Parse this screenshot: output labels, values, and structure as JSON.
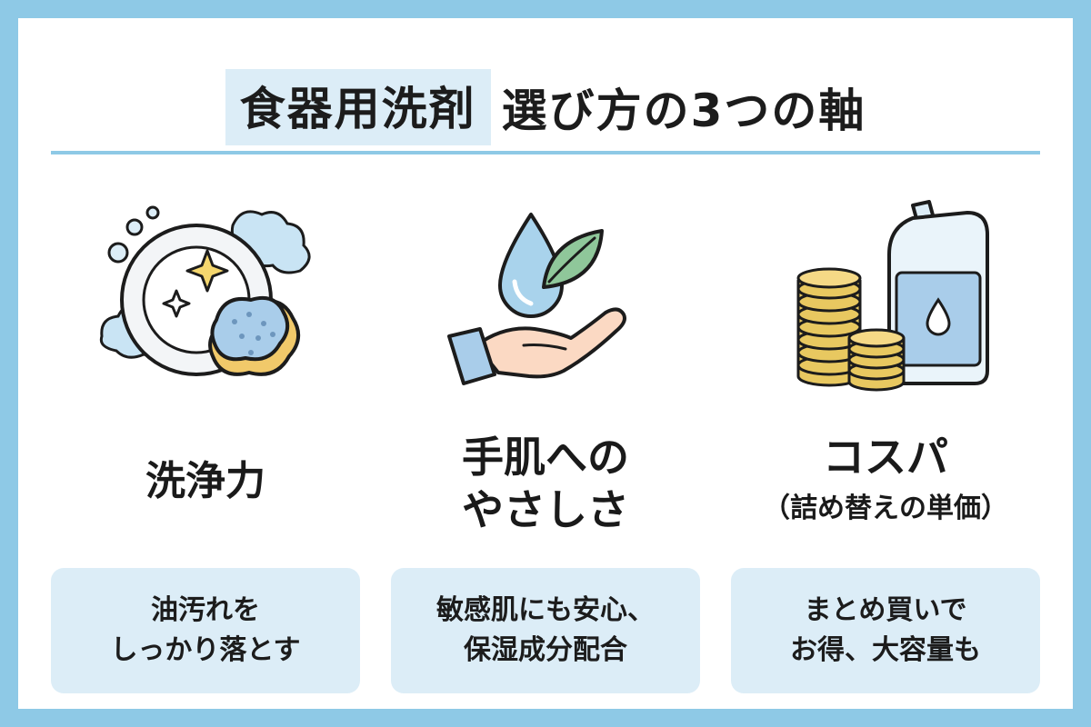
{
  "title": {
    "highlight": "食器用洗剤",
    "rest": "選び方の3つの軸"
  },
  "columns": [
    {
      "icon": "sparkling-dish-sponge-icon",
      "label_lines": [
        "洗浄力"
      ],
      "desc_lines": [
        "油汚れを",
        "しっかり落とす"
      ]
    },
    {
      "icon": "hand-water-drop-leaf-icon",
      "label_lines": [
        "手肌への",
        "やさしさ"
      ],
      "desc_lines": [
        "敏感肌にも安心、",
        "保湿成分配合"
      ]
    },
    {
      "icon": "refill-pouch-coins-icon",
      "label_lines": [
        "コスパ"
      ],
      "label_sub": "（詰め替えの単価）",
      "desc_lines": [
        "まとめ買いで",
        "お得、大容量も"
      ]
    }
  ],
  "colors": {
    "frame": "#8ec9e6",
    "highlight": "#dcedf7",
    "box": "#dcedf7",
    "text": "#1c1c1c",
    "coin": "#e8c860",
    "leaf": "#8fc79a",
    "water": "#a9d3ec",
    "skin": "#fbd9c3"
  }
}
